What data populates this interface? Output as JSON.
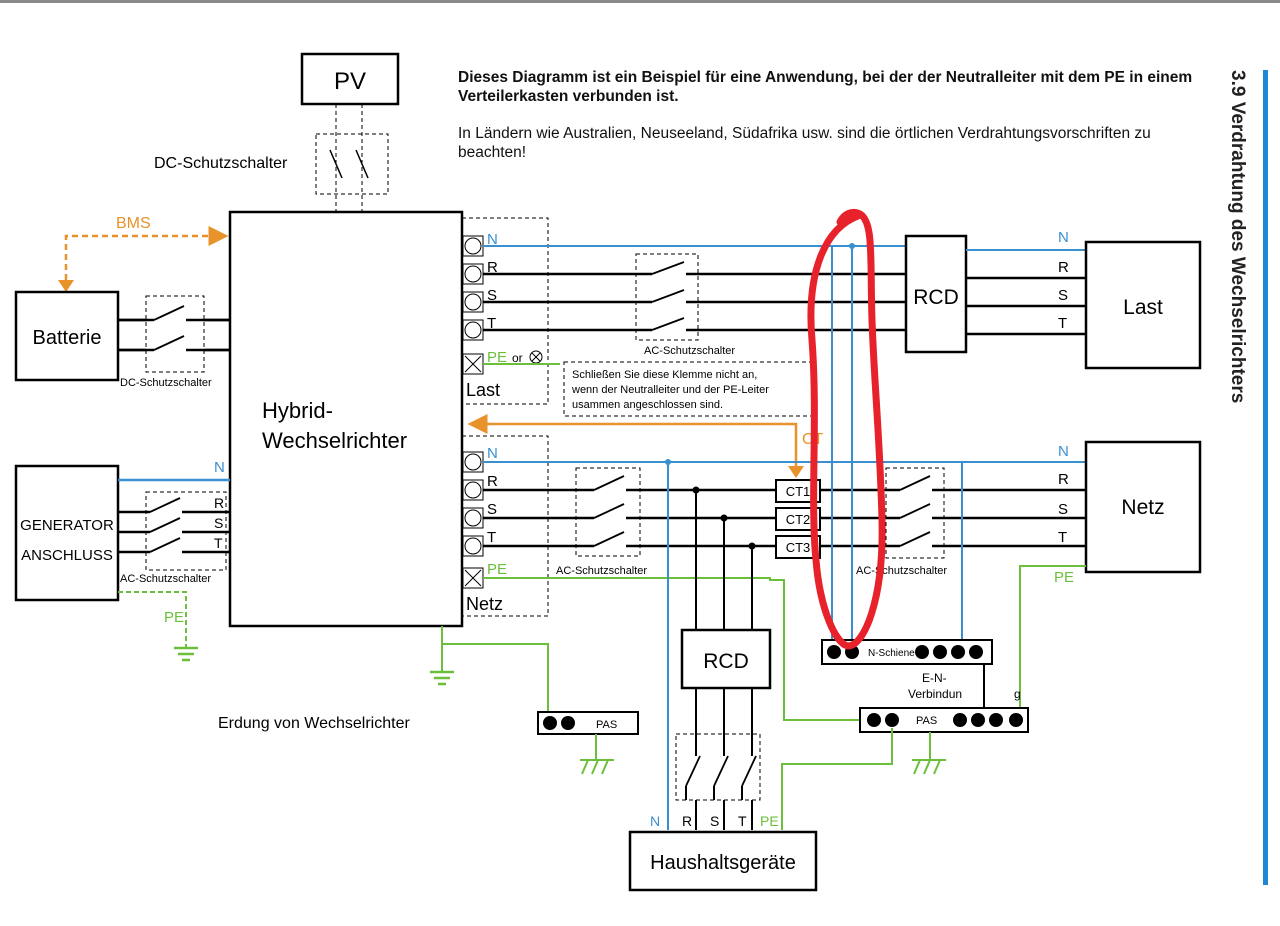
{
  "header": {
    "title": "3.9 Verdrahtung des Wechselrichters",
    "note_bold": "Dieses Diagramm ist ein Beispiel für eine Anwendung, bei der der Neutralleiter mit dem PE in einem Verteilerkasten verbunden ist.",
    "note": "In Ländern wie Australien, Neuseeland, Südafrika usw. sind die örtlichen Verdrahtungsvorschriften zu beachten!"
  },
  "blocks": {
    "pv": "PV",
    "inverter_line1": "Hybrid-",
    "inverter_line2": "Wechselrichter",
    "battery": "Batterie",
    "generator_line1": "GENERATOR",
    "generator_line2": "ANSCHLUSS",
    "rcd_load": "RCD",
    "load": "Last",
    "grid": "Netz",
    "rcd_house": "RCD",
    "appliances": "Haushaltsgeräte"
  },
  "labels": {
    "dc_breaker_pv": "DC-Schutzschalter",
    "dc_breaker_battery": "DC-Schutzschalter",
    "ac_breaker_generator": "AC-Schutzschalter",
    "ac_breaker_load": "AC-Schutzschalter",
    "ac_breaker_grid_inv": "AC-Schutzschalter",
    "ac_breaker_grid": "AC-Schutzschalter",
    "bms": "BMS",
    "ct": "CT",
    "ct1": "CT1",
    "ct2": "CT2",
    "ct3": "CT3",
    "terminal_load": "Last",
    "terminal_grid": "Netz",
    "pe_or": "or",
    "warning_line1": "Schließen Sie diese Klemme nicht an,",
    "warning_line2": "wenn der Neutralleiter und der PE-Leiter",
    "warning_line3": "usammen angeschlossen sind.",
    "n_rail": "N-Schiene",
    "pas_inverter": "PAS",
    "pas_main": "PAS",
    "en_line1": "E-N-",
    "en_line2": "Verbindun",
    "en_line3": "g",
    "earth_inverter": "Erdung von Wechselrichter"
  },
  "conductors": {
    "N": "N",
    "R": "R",
    "S": "S",
    "T": "T",
    "PE": "PE"
  },
  "colors": {
    "neutral": "#3a8fd0",
    "pe": "#6cbf3a",
    "bms": "#e8922a",
    "highlight": "#e8222a",
    "accent_bar": "#1e88d6"
  }
}
